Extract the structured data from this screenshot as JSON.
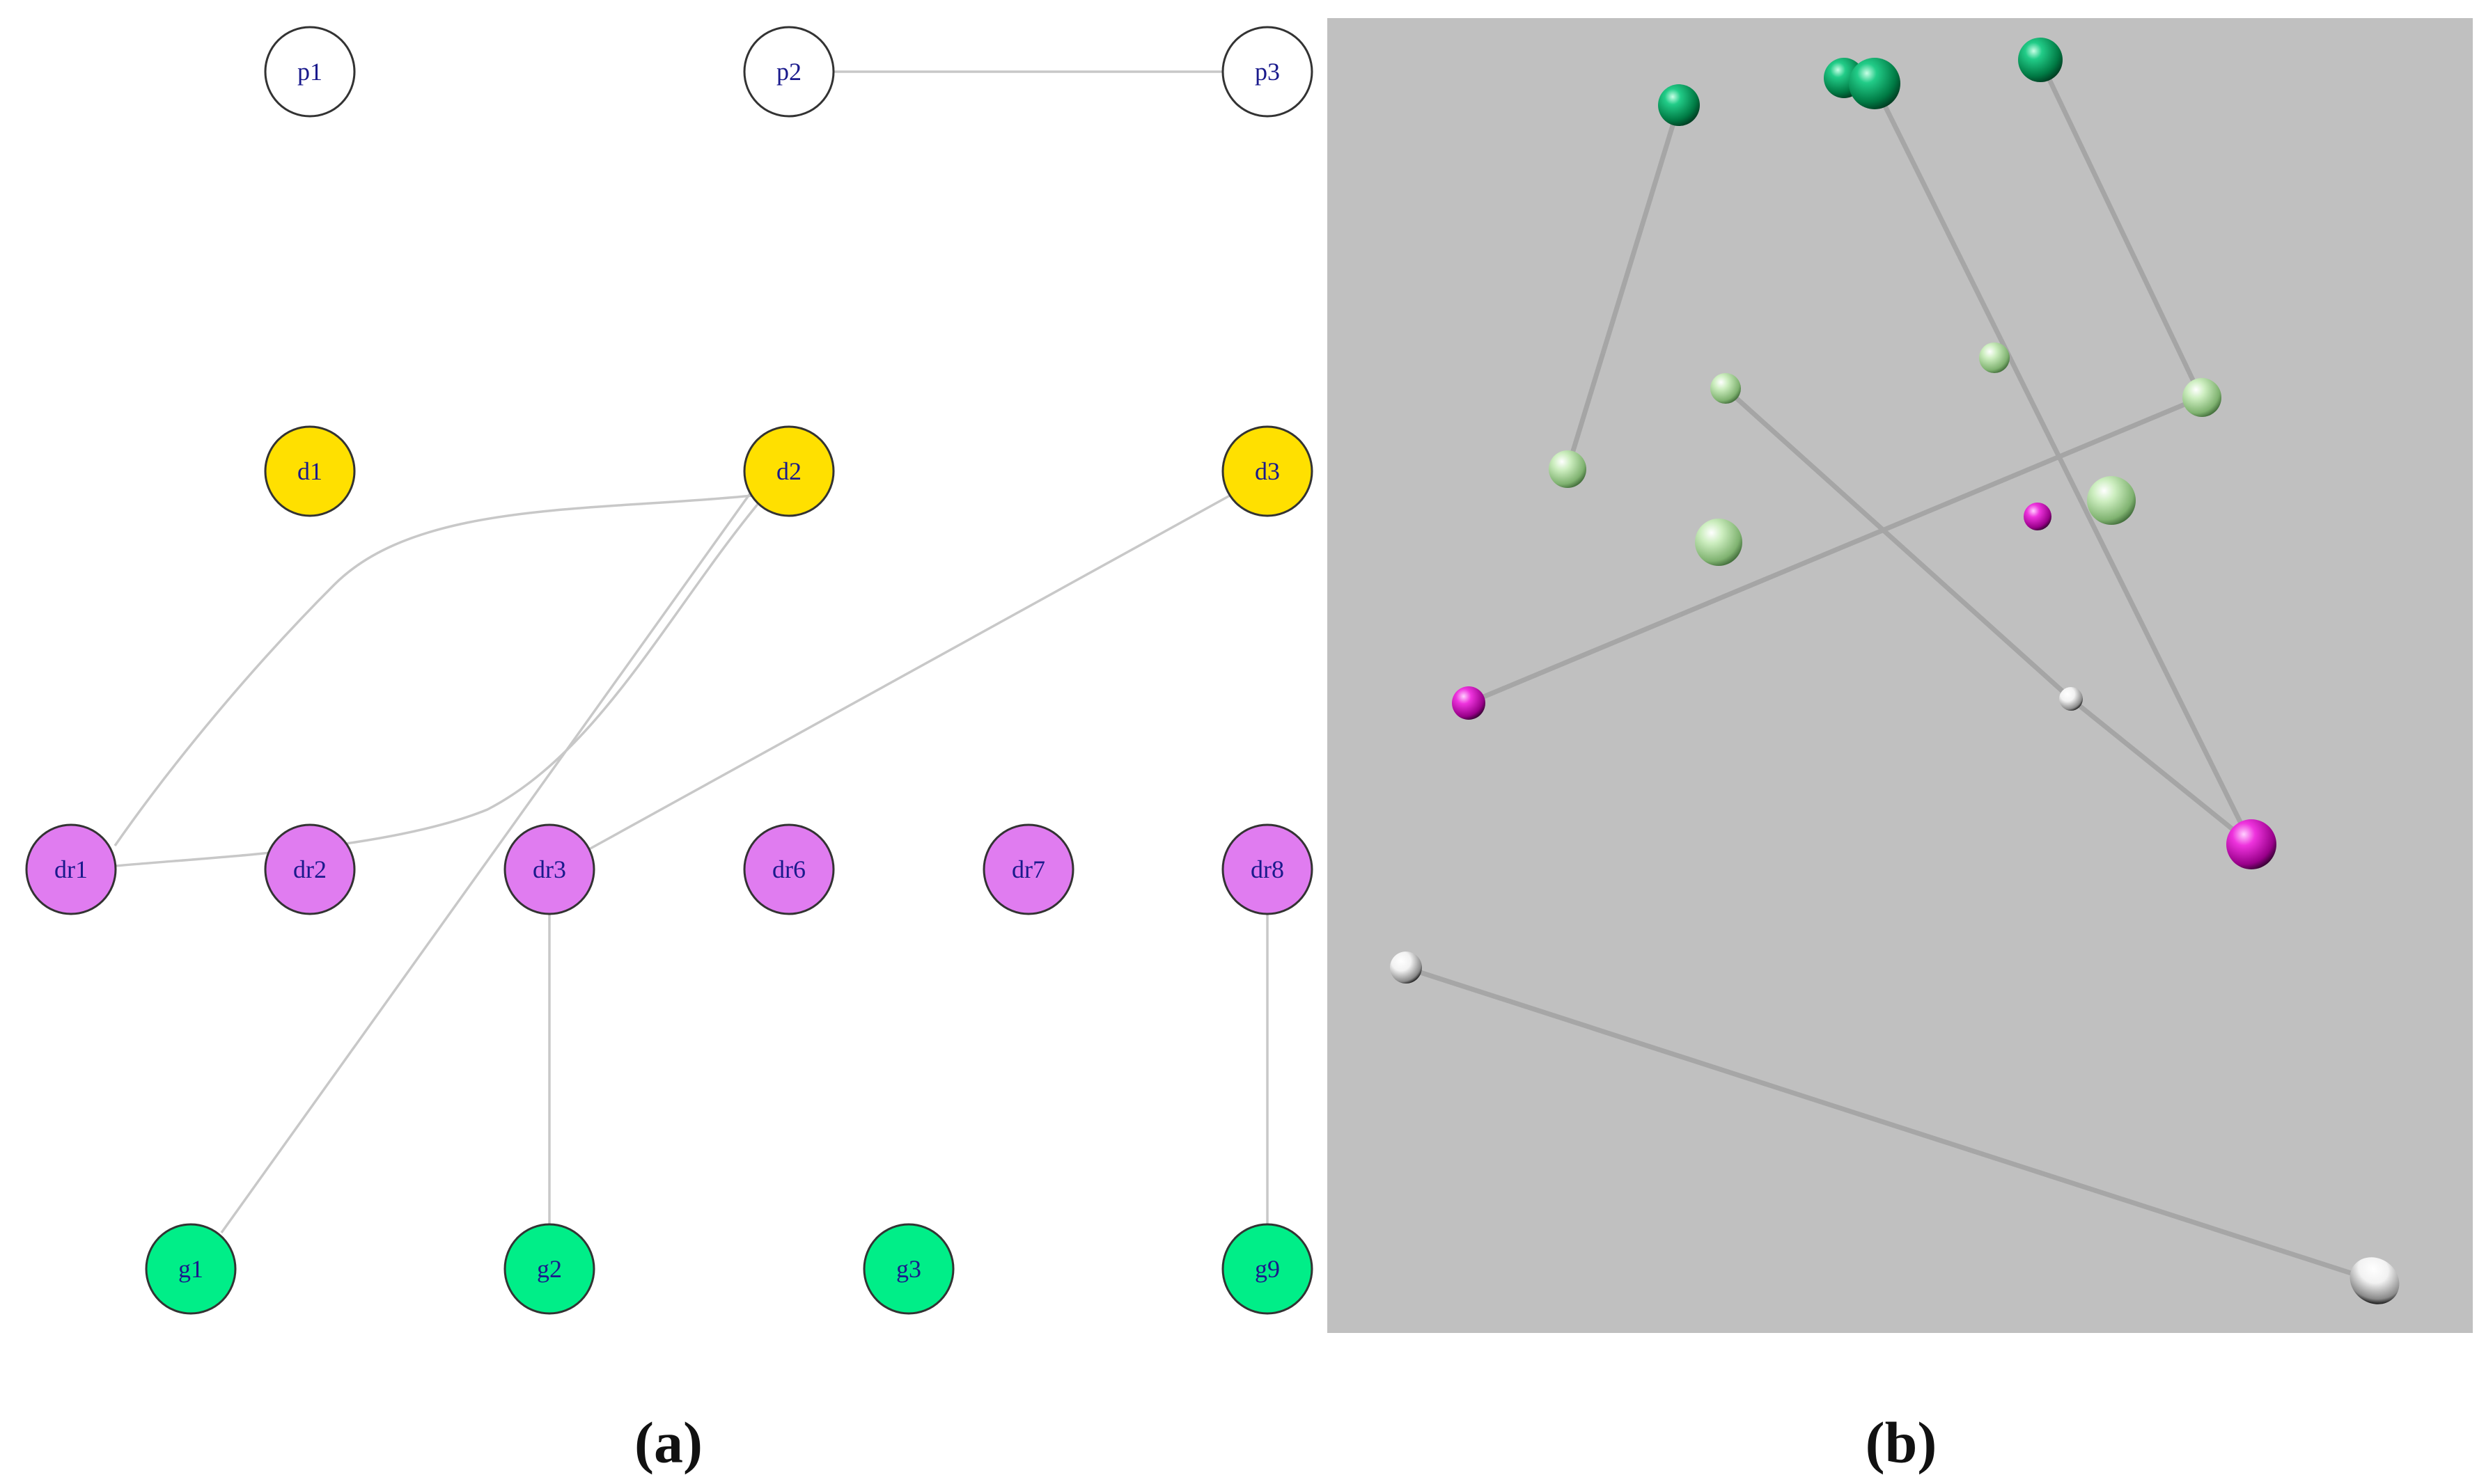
{
  "colors": {
    "background": "#ffffff",
    "panel_b_background": "#c0c0c0",
    "edge": "#c8c8c8",
    "edge_3d": "#a0a0a0",
    "node_stroke": "#333333",
    "label_text": "#1a1a8c",
    "p_fill": "#ffffff",
    "d_fill": "#ffe000",
    "dr_fill": "#e07cf0",
    "g_fill": "#00ee88"
  },
  "panel_a": {
    "caption": "(a)",
    "nodes": [
      {
        "id": "p1",
        "label": "p1",
        "group": "p"
      },
      {
        "id": "p2",
        "label": "p2",
        "group": "p"
      },
      {
        "id": "p3",
        "label": "p3",
        "group": "p"
      },
      {
        "id": "d1",
        "label": "d1",
        "group": "d"
      },
      {
        "id": "d2",
        "label": "d2",
        "group": "d"
      },
      {
        "id": "d3",
        "label": "d3",
        "group": "d"
      },
      {
        "id": "dr1",
        "label": "dr1",
        "group": "dr"
      },
      {
        "id": "dr2",
        "label": "dr2",
        "group": "dr"
      },
      {
        "id": "dr3",
        "label": "dr3",
        "group": "dr"
      },
      {
        "id": "dr6",
        "label": "dr6",
        "group": "dr"
      },
      {
        "id": "dr7",
        "label": "dr7",
        "group": "dr"
      },
      {
        "id": "dr8",
        "label": "dr8",
        "group": "dr"
      },
      {
        "id": "g1",
        "label": "g1",
        "group": "g"
      },
      {
        "id": "g2",
        "label": "g2",
        "group": "g"
      },
      {
        "id": "g3",
        "label": "g3",
        "group": "g"
      },
      {
        "id": "g9",
        "label": "g9",
        "group": "g"
      }
    ],
    "edges": [
      {
        "from": "p2",
        "to": "p3"
      },
      {
        "from": "d2",
        "to": "dr1"
      },
      {
        "from": "d2",
        "to": "dr1"
      },
      {
        "from": "d2",
        "to": "g1"
      },
      {
        "from": "d3",
        "to": "dr3"
      },
      {
        "from": "dr3",
        "to": "g2"
      },
      {
        "from": "dr8",
        "to": "g9"
      }
    ]
  },
  "panel_b": {
    "caption": "(b)"
  }
}
